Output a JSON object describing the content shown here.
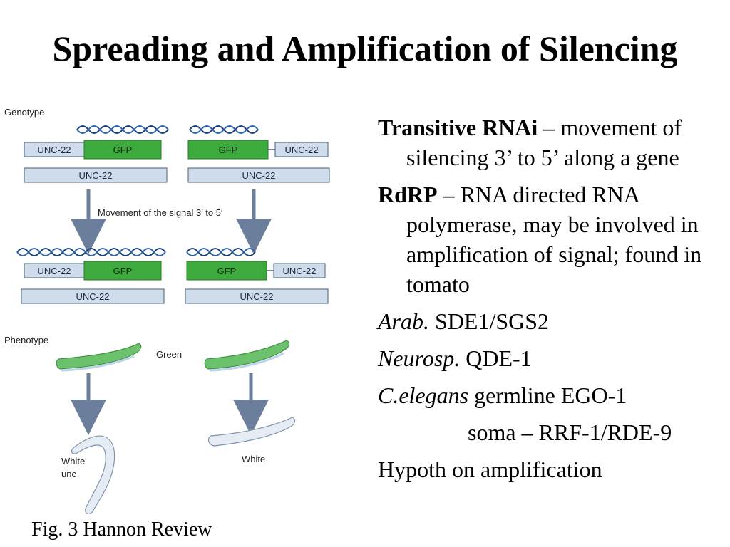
{
  "slide": {
    "title": "Spreading and Amplification of Silencing",
    "caption": "Fig. 3 Hannon Review"
  },
  "figure": {
    "genotype_label": "Genotype",
    "phenotype_label": "Phenotype",
    "movement_label": "Movement of the signal 3′ to 5′",
    "unc22": "UNC-22",
    "gfp": "GFP",
    "green_label": "Green",
    "white_label": "White",
    "white_unc_line1": "White",
    "white_unc_line2": "unc",
    "colors": {
      "gfp_green": "#3daa3d",
      "unc_blue": "#cfdceb",
      "arrow": "#6b7f9c",
      "worm_green": "#6cc26c",
      "worm_white": "#e6ecf4"
    }
  },
  "bullets": [
    {
      "bold": "Transitive RNAi",
      "rest": " – movement of silencing 3’ to 5’ along a gene"
    },
    {
      "bold": "RdRP",
      "rest": " – RNA directed RNA polymerase, may be involved in amplification of signal; found in tomato"
    },
    {
      "italic": "Arab.",
      "rest": " SDE1/SGS2"
    },
    {
      "italic": "Neurosp.",
      "rest": " QDE-1"
    },
    {
      "italic": "C.elegans",
      "rest": " germline EGO-1"
    },
    {
      "indent": "soma – RRF-1/RDE-9"
    },
    {
      "plain": "Hypoth on amplification"
    }
  ]
}
